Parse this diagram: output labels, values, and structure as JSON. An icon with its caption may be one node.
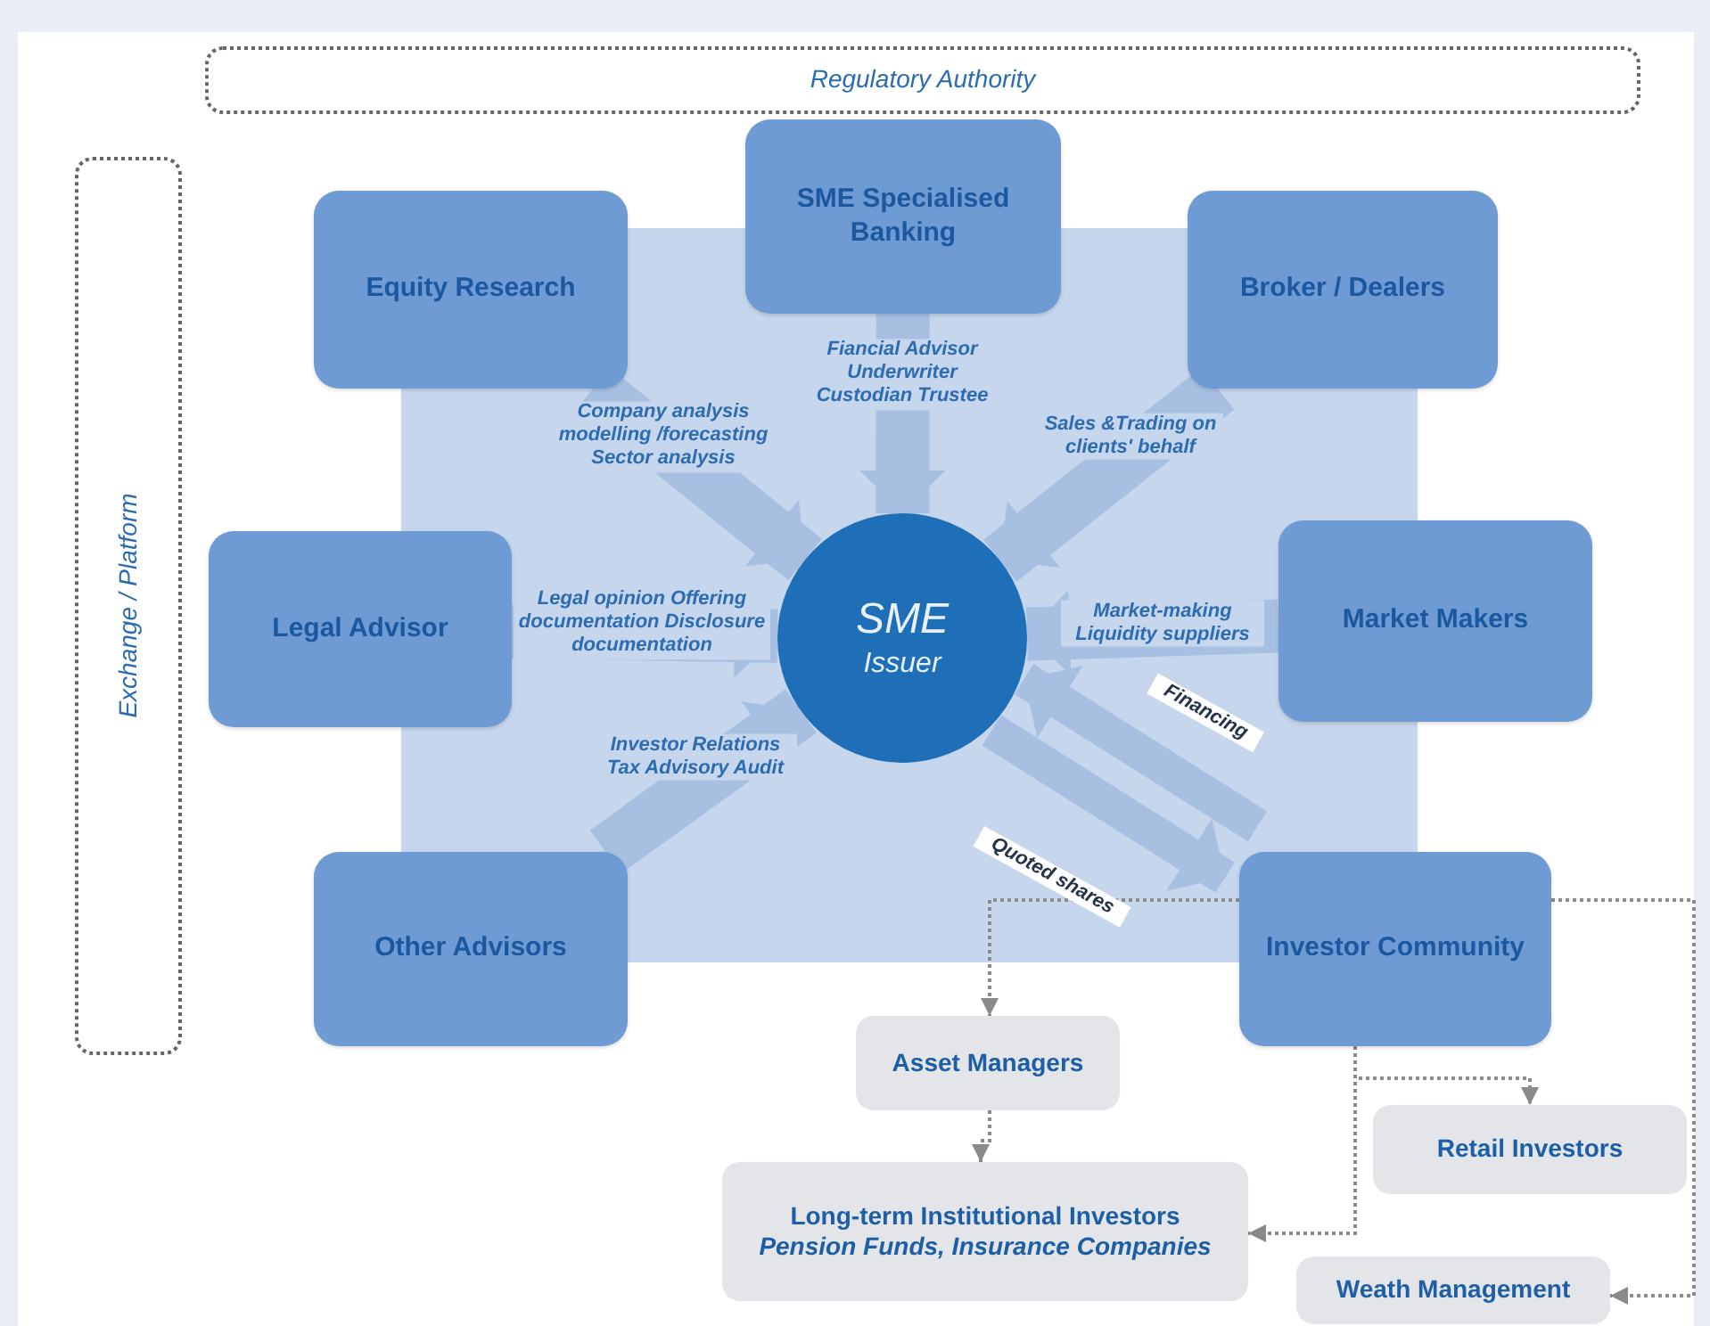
{
  "diagram": {
    "nodes": [
      {
        "text": [
          "Regulatory Authority"
        ]
      },
      {
        "text": [
          "Exchange / Platform"
        ]
      },
      {
        "text": [
          "SME Specialised Banking"
        ]
      },
      {
        "text": [
          "Equity Research"
        ]
      },
      {
        "text": [
          "Broker / Dealers"
        ]
      },
      {
        "text": [
          "Legal Advisor"
        ]
      },
      {
        "text": [
          "SME",
          "Issuer"
        ]
      },
      {
        "text": [
          "Market Makers"
        ]
      },
      {
        "text": [
          "Other Advisors"
        ]
      },
      {
        "text": [
          "Investor Community"
        ]
      },
      {
        "text": [
          "Asset Managers"
        ]
      },
      {
        "text": [
          "Retail Investors"
        ]
      },
      {
        "text": [
          "Long-term Institutional Investors",
          "Pension Funds, Insurance Companies"
        ]
      },
      {
        "text": [
          "Weath Management"
        ]
      }
    ],
    "edges": [
      {
        "from": 2,
        "to": 6,
        "arrow": "to",
        "label": "Fiancial Advisor Underwriter Custodian Trustee"
      },
      {
        "from": 3,
        "to": 6,
        "arrow": "to",
        "label": "Company analysis modelling /forecasting Sector analysis"
      },
      {
        "from": 4,
        "to": 6,
        "arrow": "to",
        "label": "Sales &Trading on clients' behalf"
      },
      {
        "from": 5,
        "to": 6,
        "arrow": "to",
        "label": "Legal opinion Offering documentation Disclosure documentation"
      },
      {
        "from": 7,
        "to": 6,
        "arrow": "to",
        "label": "Market-making Liquidity suppliers"
      },
      {
        "from": 8,
        "to": 6,
        "arrow": "to",
        "label": "Investor Relations Tax Advisory Audit"
      },
      {
        "from": 9,
        "to": 6,
        "arrow": "to",
        "label": "Financing"
      },
      {
        "from": 6,
        "to": 9,
        "arrow": "to",
        "label": "Quoted shares"
      },
      {
        "from": 9,
        "to": 10,
        "arrow": "to",
        "style": "dashed",
        "color": "#8a8a8a"
      },
      {
        "from": 10,
        "to": 12,
        "arrow": "to",
        "style": "dashed",
        "color": "#8a8a8a"
      },
      {
        "from": 9,
        "to": 12,
        "arrow": "to",
        "style": "dashed",
        "color": "#8a8a8a"
      },
      {
        "from": 9,
        "to": 11,
        "arrow": "to",
        "style": "dashed",
        "color": "#8a8a8a"
      },
      {
        "from": 9,
        "to": 13,
        "arrow": "to",
        "style": "dashed",
        "color": "#8a8a8a"
      }
    ]
  }
}
